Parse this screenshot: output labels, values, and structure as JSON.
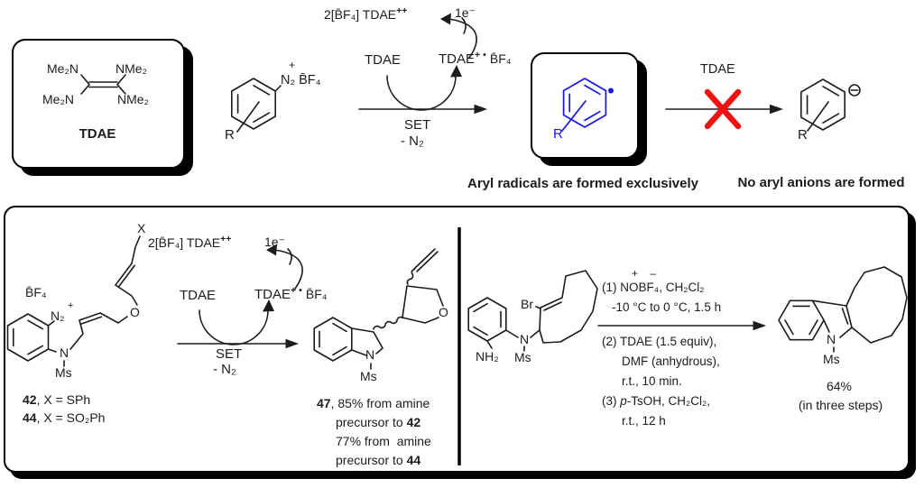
{
  "colors": {
    "radical_blue": "#1515e8",
    "cross_red": "#f01111",
    "line": "#1c1c1c"
  },
  "top": {
    "tdae_box": {
      "nw": "Me₂N",
      "ne": "NMe₂",
      "sw": "Me₂N",
      "se": "NMe₂",
      "name": "TDAE"
    },
    "diazonium": {
      "charge_plus": "+",
      "group": "N₂ B̄F₄",
      "r": "R"
    },
    "cycle1": {
      "oxidized": "2[B̄F₄] TDAE",
      "oxidized_charge": "++",
      "electron": "1e⁻",
      "neutral": "TDAE",
      "radical": "TDAE",
      "radical_charge": "+ •",
      "counterion": "B̄F₄",
      "step": "SET",
      "byproduct": "- N₂"
    },
    "radical_box": {
      "r": "R"
    },
    "caption_left": "Aryl radicals are formed exclusively",
    "blocked": {
      "reagent": "TDAE"
    },
    "anion": {
      "r": "R"
    },
    "caption_right": "No aryl anions are formed"
  },
  "panel": {
    "left": {
      "substrate": {
        "bf4": "B̄F₄",
        "n2": "N₂",
        "charge": "+",
        "n": "N",
        "ms": "Ms",
        "o": "O",
        "x": "X"
      },
      "variant1": {
        "num": "42",
        "rest": ", X = SPh"
      },
      "variant2": {
        "num": "44",
        "rest": ", X = SO₂Ph"
      },
      "cycle2": {
        "oxidized": "2[B̄F₄] TDAE",
        "oxidized_charge": "++",
        "electron": "1e⁻",
        "neutral": "TDAE",
        "radical": "TDAE",
        "radical_charge": "+ •",
        "counterion": "B̄F₄",
        "step": "SET",
        "byproduct": "- N₂"
      },
      "product": {
        "n": "N",
        "ms": "Ms",
        "o": "O"
      },
      "result": {
        "l1_num": "47",
        "l1_rest": ", 85% from amine",
        "l2_pre": "precursor to ",
        "l2_num": "42",
        "l3": "77% from  amine",
        "l4_pre": "precursor to ",
        "l4_num": "44"
      }
    },
    "right": {
      "substrate": {
        "br": "Br",
        "n": "N",
        "nh2": "NH₂",
        "ms": "Ms"
      },
      "conditions": {
        "charges": "+ –",
        "step1": "(1) NOBF₄, CH₂Cl₂",
        "step1b": "-10 °C to 0 °C, 1.5 h",
        "step2": "(2) TDAE (1.5 equiv),",
        "step2b": "DMF (anhydrous),",
        "step2c": "r.t., 10 min.",
        "step3_pre": "(3) ",
        "step3_it": "p",
        "step3_rest": "-TsOH, CH₂Cl₂,",
        "step3b": "r.t., 12 h"
      },
      "product": {
        "n": "N",
        "ms": "Ms",
        "yield": "64%",
        "note": "(in three steps)"
      }
    }
  }
}
